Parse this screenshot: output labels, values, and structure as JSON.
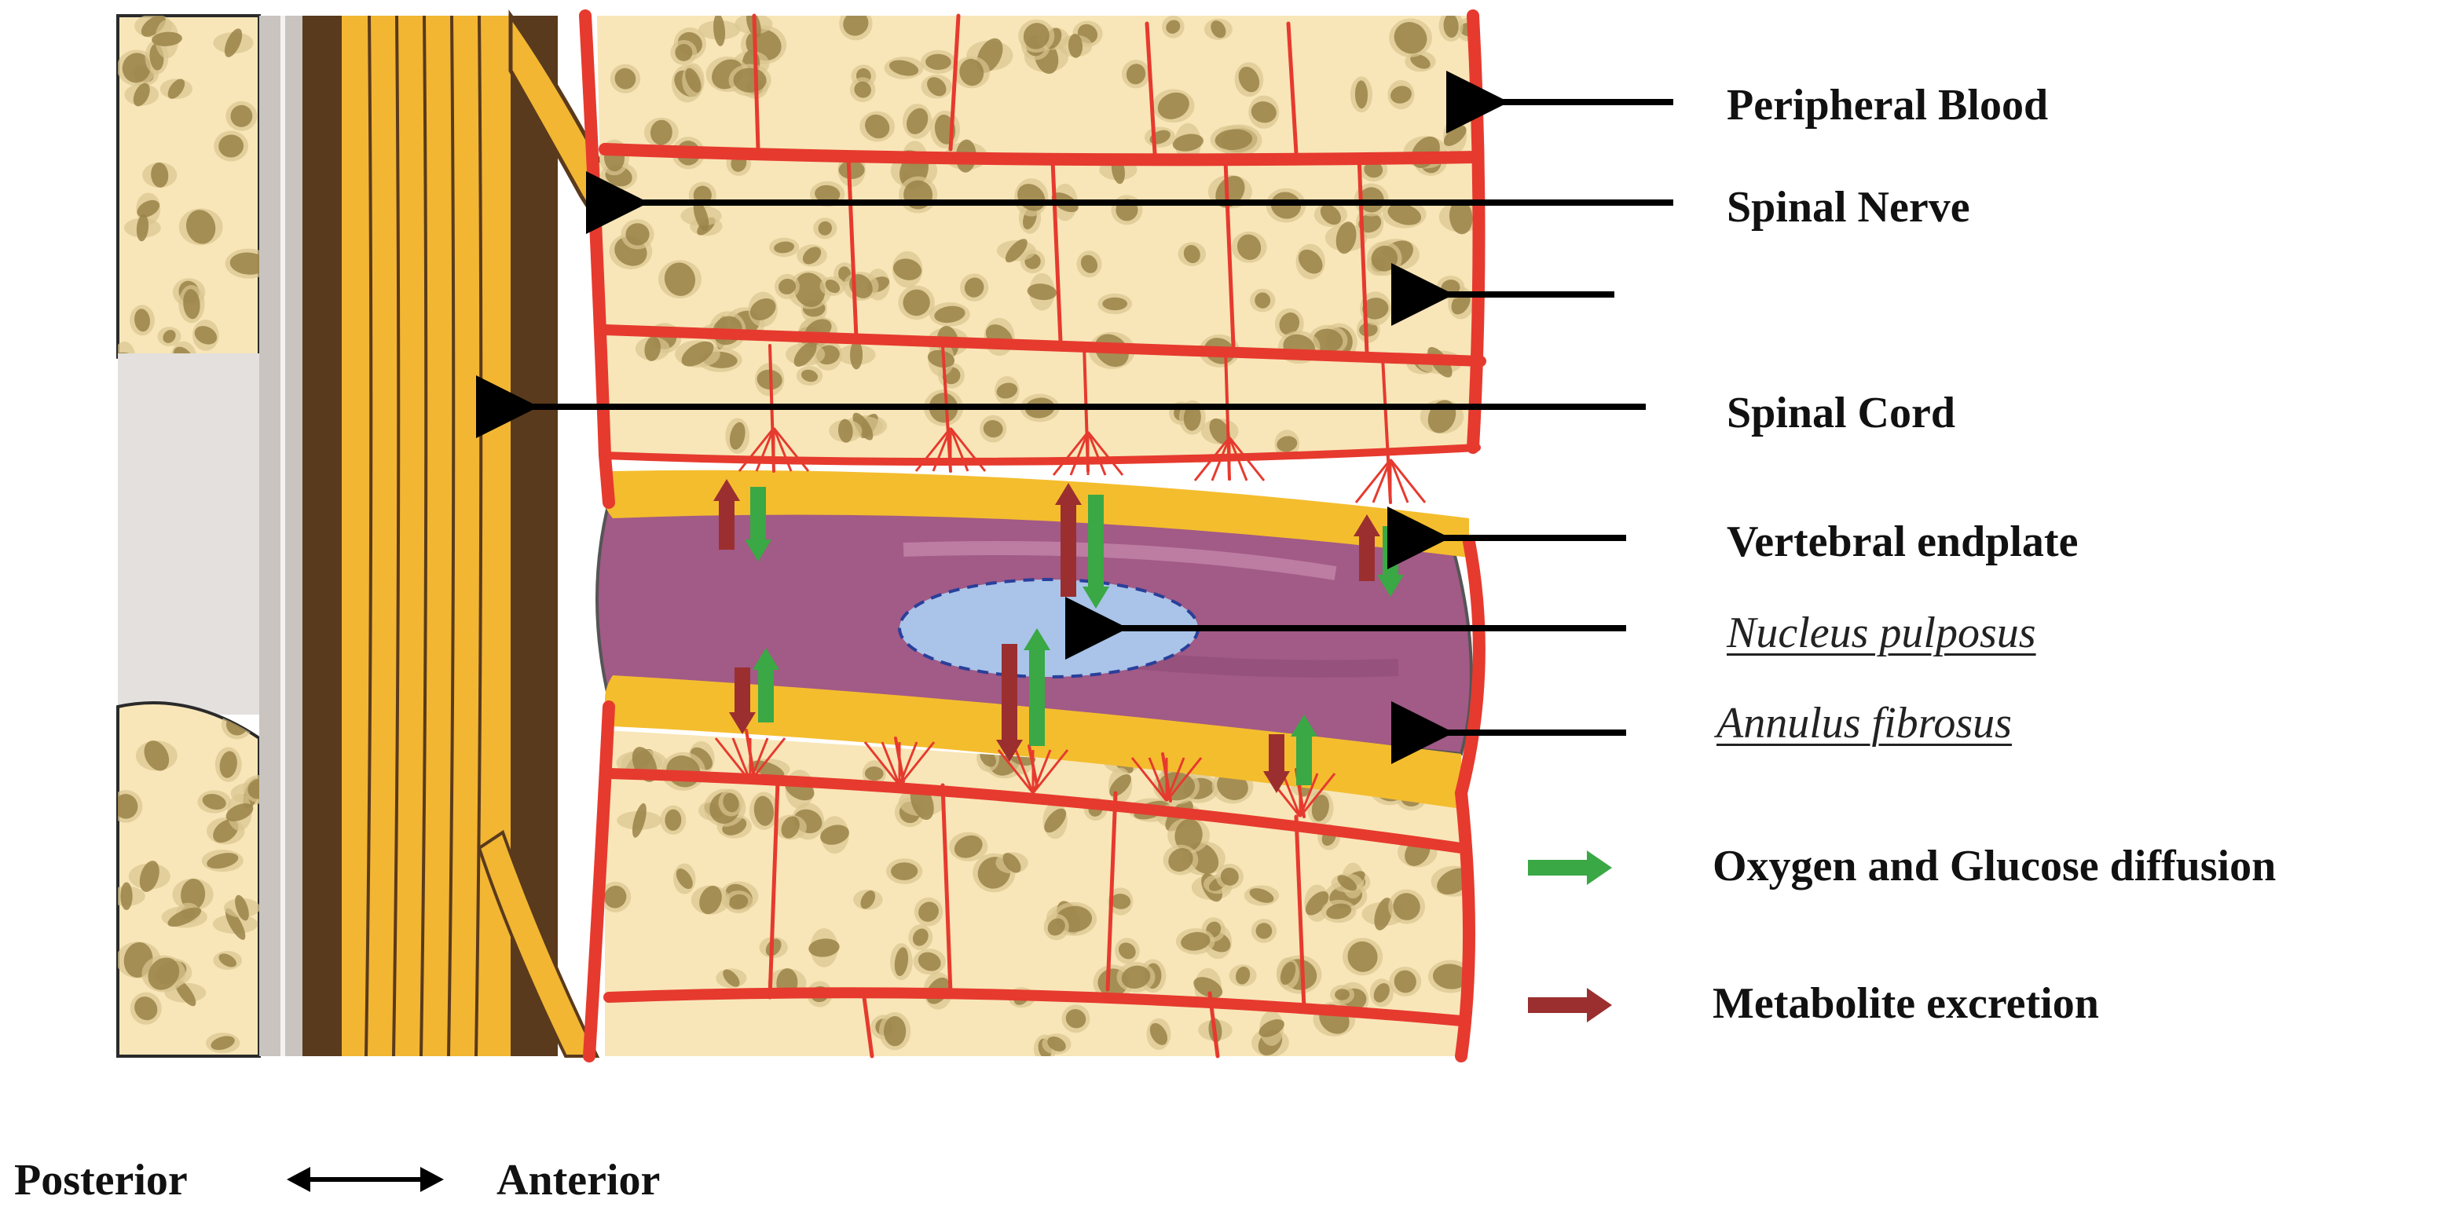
{
  "labels": {
    "peripheral_blood": "Peripheral Blood",
    "spinal_nerve": "Spinal Nerve",
    "spinal_cord": "Spinal Cord",
    "vertebral_endplate": "Vertebral endplate",
    "nucleus_pulposus": "Nucleus pulposus",
    "annulus_fibrosus": "Annulus fibrosus"
  },
  "legend": {
    "oxygen": "Oxygen and Glucose diffusion",
    "metabolite": "Metabolite excretion"
  },
  "orientation": {
    "posterior": "Posterior",
    "anterior": "Anterior"
  },
  "colors": {
    "bone": "#f8e6b8",
    "bone_pore": "#9a8248",
    "vessel": "#e63a2e",
    "nerve": "#f2b632",
    "nerve_dark": "#5a3a1c",
    "endplate": "#f4bd2e",
    "annulus": "#a25a86",
    "nucleus": "#a9c4e8",
    "oxygen_arrow": "#3aa845",
    "metabolite_arrow": "#9b2f2f",
    "pointer": "#000000"
  }
}
